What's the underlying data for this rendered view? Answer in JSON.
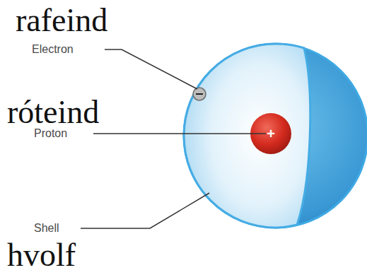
{
  "diagram": {
    "labels": [
      "rafeind",
      "Electron",
      "róteind",
      "Proton",
      "Shell",
      "hvolf"
    ]
  }
}
